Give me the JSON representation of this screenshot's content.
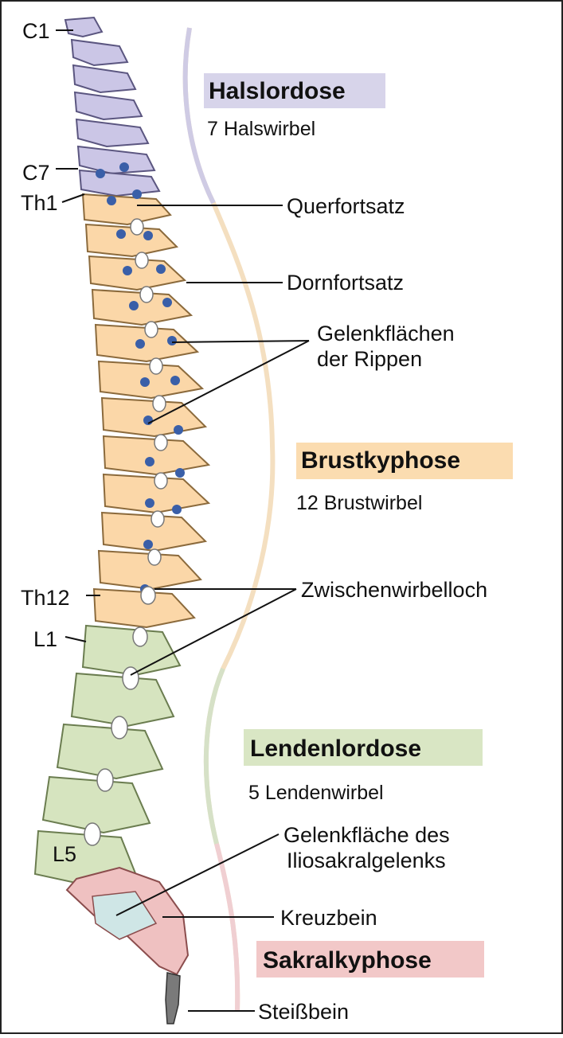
{
  "levels": {
    "c1": "C1",
    "c7": "C7",
    "th1": "Th1",
    "th12": "Th12",
    "l1": "L1",
    "l5": "L5"
  },
  "regions": {
    "cervical": {
      "title": "Halslordose",
      "subtitle": "7 Halswirbel",
      "color": "#d7d4ea"
    },
    "thoracic": {
      "title": "Brustkyphose",
      "subtitle": "12 Brustwirbel",
      "color": "#fbdcb0"
    },
    "lumbar": {
      "title": "Lendenlordose",
      "subtitle": "5 Lendenwirbel",
      "color": "#d9e6c4"
    },
    "sacral": {
      "title": "Sakralkyphose",
      "color": "#f2c8c8"
    }
  },
  "labels": {
    "querfortsatz": "Querfortsatz",
    "dornfortsatz": "Dornfortsatz",
    "gelenkflaechen_line1": "Gelenkflächen",
    "gelenkflaechen_line2": "der Rippen",
    "zwischenwirbelloch": "Zwischenwirbelloch",
    "iliosakral_line1": "Gelenkfläche des",
    "iliosakral_line2": "Iliosakralgelenks",
    "kreuzbein": "Kreuzbein",
    "steissbein": "Steißbein"
  }
}
